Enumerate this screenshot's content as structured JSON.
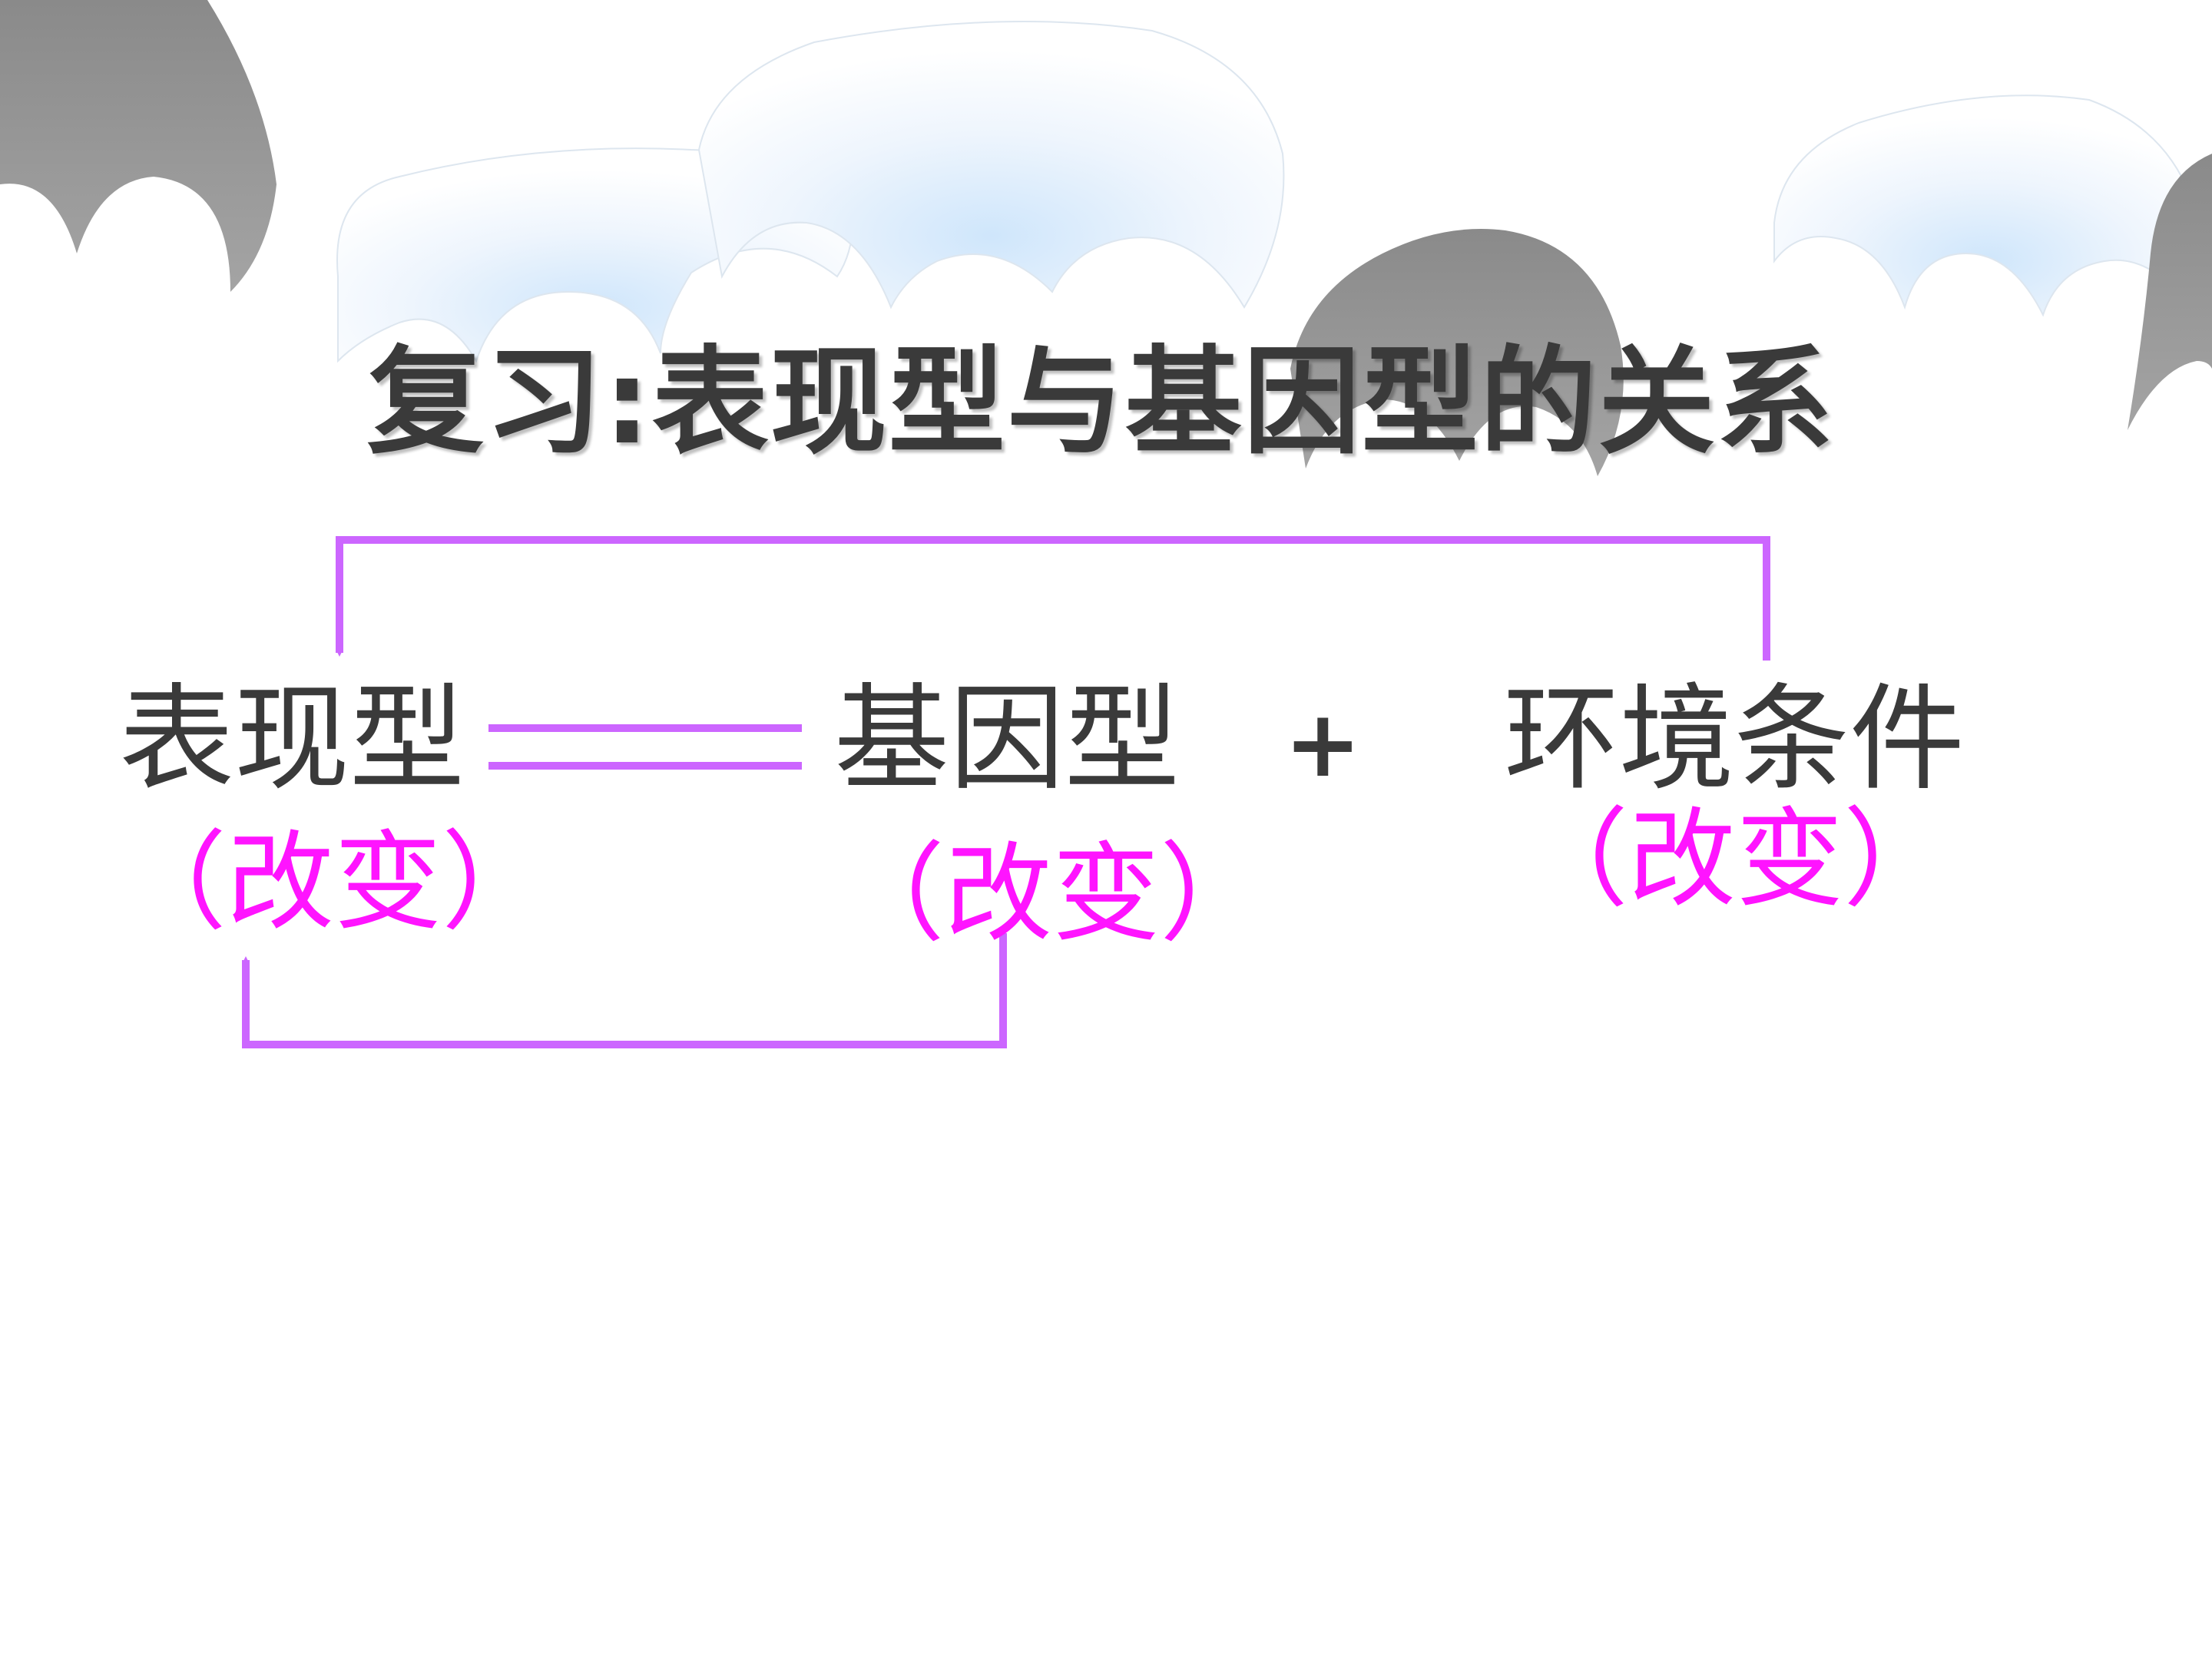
{
  "title": "复习:表现型与基因型的关系",
  "equation": {
    "phenotype": "表现型",
    "genotype": "基因型",
    "plus": "+",
    "environment": "环境条件"
  },
  "change_labels": {
    "phenotype": "（改变）",
    "genotype": "（改变）",
    "environment": "（改变）"
  },
  "colors": {
    "text": "#3a3a3a",
    "change_text": "#ff14ff",
    "arrow": "#cc66ff"
  }
}
